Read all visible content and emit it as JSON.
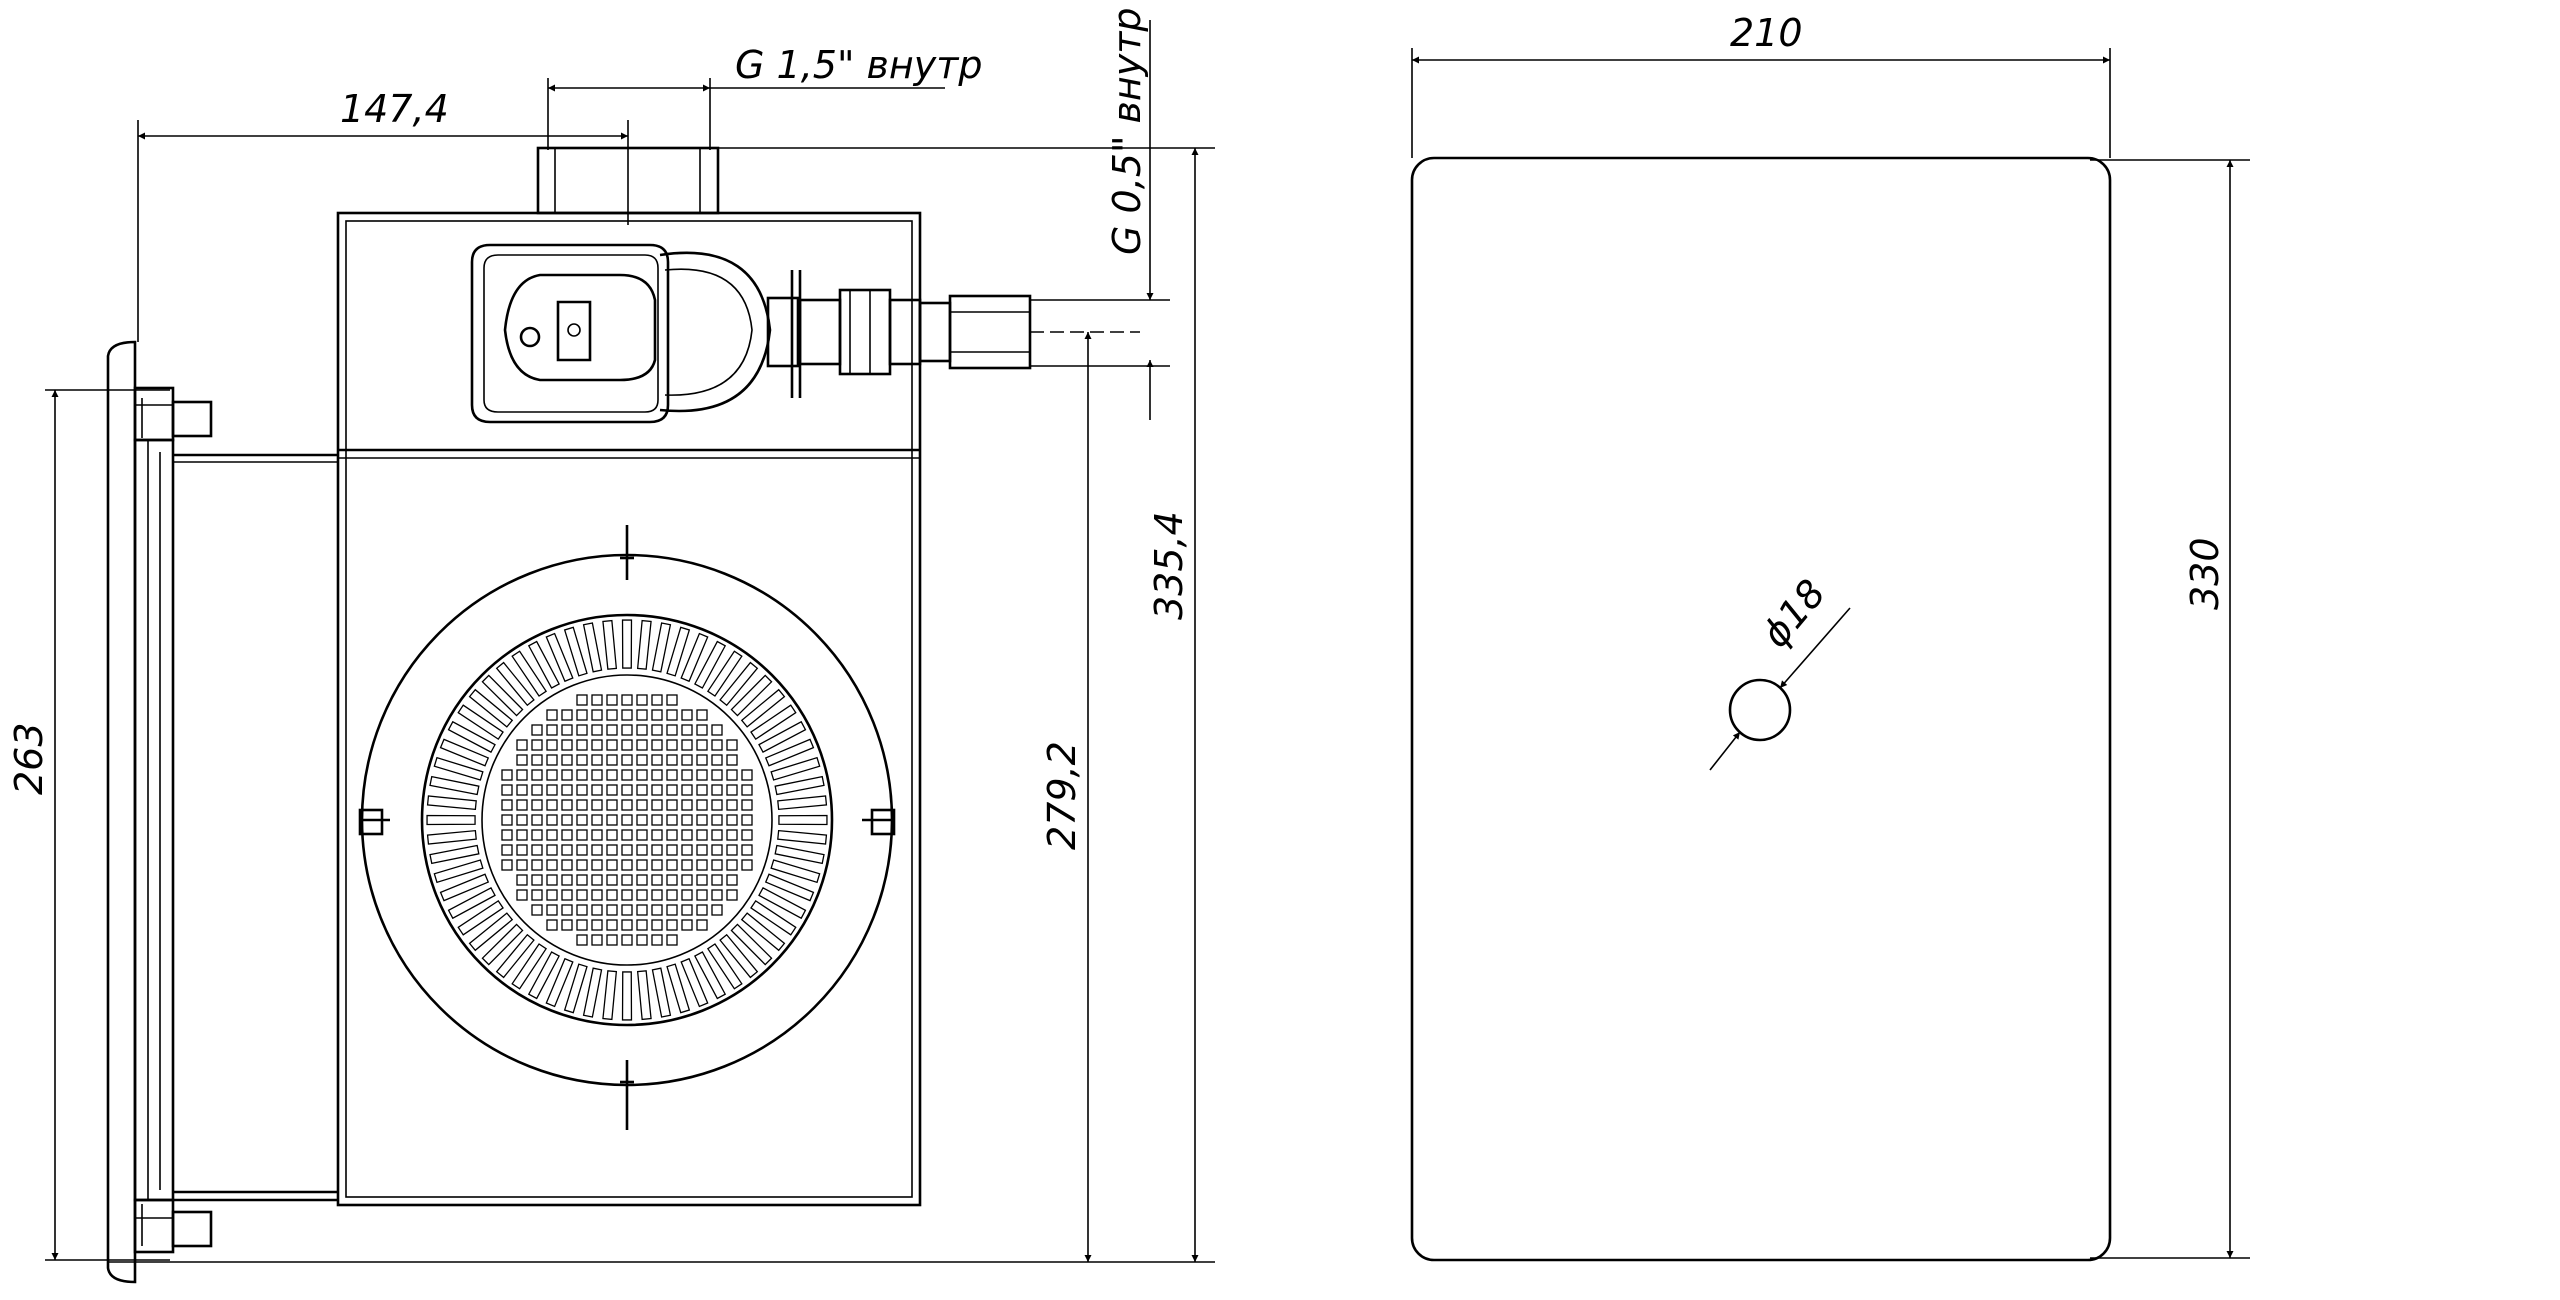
{
  "dimensions": {
    "d_147_4": "147,4",
    "thread_inlet": "G 1,5\" внутр",
    "thread_outlet": "G 0,5\" внутр",
    "d_263": "263",
    "d_335_4": "335,4",
    "d_279_2": "279,2",
    "d_210": "210",
    "d_330": "330",
    "d_phi18": "ϕ18"
  }
}
